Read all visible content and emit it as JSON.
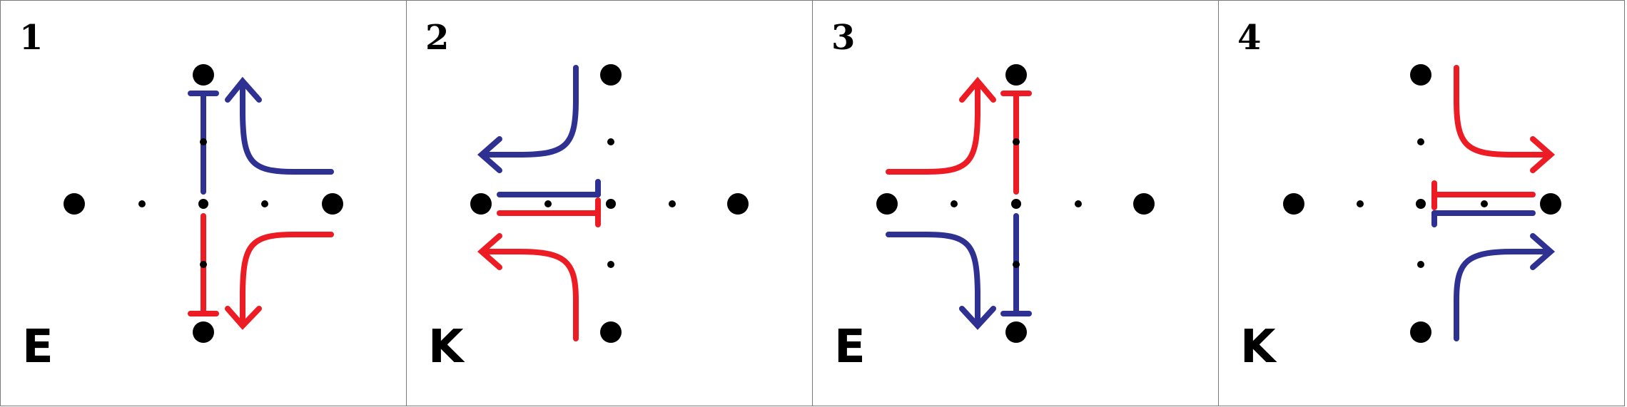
{
  "colors": {
    "blue": "#2e3192",
    "red": "#ed1c24",
    "ink": "#000000",
    "frame": "#7a7a7a"
  },
  "panels": [
    {
      "number": "1",
      "letter": "E"
    },
    {
      "number": "2",
      "letter": "K"
    },
    {
      "number": "3",
      "letter": "E"
    },
    {
      "number": "4",
      "letter": "K"
    }
  ]
}
